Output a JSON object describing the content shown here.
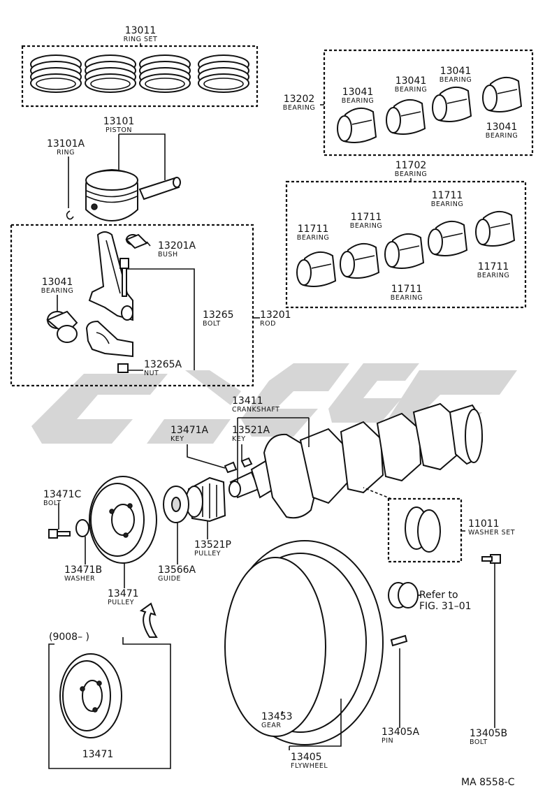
{
  "watermark": {
    "text": "gLqC",
    "color": "#cfcfcf"
  },
  "callouts": [
    {
      "id": "c13011",
      "num": "13011",
      "name": "RING SET"
    },
    {
      "id": "c13101",
      "num": "13101",
      "name": "PISTON"
    },
    {
      "id": "c13101a",
      "num": "13101A",
      "name": "RING"
    },
    {
      "id": "c13202",
      "num": "13202",
      "name": "BEARING"
    },
    {
      "id": "c13041a",
      "num": "13041",
      "name": "BEARING"
    },
    {
      "id": "c13041b",
      "num": "13041",
      "name": "BEARING"
    },
    {
      "id": "c13041c",
      "num": "13041",
      "name": "BEARING"
    },
    {
      "id": "c13041d",
      "num": "13041",
      "name": "BEARING"
    },
    {
      "id": "c11702",
      "num": "11702",
      "name": "BEARING"
    },
    {
      "id": "c11711a",
      "num": "11711",
      "name": "BEARING"
    },
    {
      "id": "c11711b",
      "num": "11711",
      "name": "BEARING"
    },
    {
      "id": "c11711c",
      "num": "11711",
      "name": "BEARING"
    },
    {
      "id": "c11711d",
      "num": "11711",
      "name": "BEARING"
    },
    {
      "id": "c11711e",
      "num": "11711",
      "name": "BEARING"
    },
    {
      "id": "c13201a",
      "num": "13201A",
      "name": "BUSH"
    },
    {
      "id": "c13041e",
      "num": "13041",
      "name": "BEARING"
    },
    {
      "id": "c13265",
      "num": "13265",
      "name": "BOLT"
    },
    {
      "id": "c13201",
      "num": "13201",
      "name": "ROD"
    },
    {
      "id": "c13265a",
      "num": "13265A",
      "name": "NUT"
    },
    {
      "id": "c13411",
      "num": "13411",
      "name": "CRANKSHAFT"
    },
    {
      "id": "c13471a",
      "num": "13471A",
      "name": "KEY"
    },
    {
      "id": "c13521a",
      "num": "13521A",
      "name": "KEY"
    },
    {
      "id": "c13471c",
      "num": "13471C",
      "name": "BOLT"
    },
    {
      "id": "c13471b",
      "num": "13471B",
      "name": "WASHER"
    },
    {
      "id": "c13566a",
      "num": "13566A",
      "name": "GUIDE"
    },
    {
      "id": "c13521p",
      "num": "13521P",
      "name": "PULLEY"
    },
    {
      "id": "c13471",
      "num": "13471",
      "name": "PULLEY"
    },
    {
      "id": "c11011",
      "num": "11011",
      "name": "WASHER SET"
    },
    {
      "id": "c13453",
      "num": "13453",
      "name": "GEAR"
    },
    {
      "id": "c13405a",
      "num": "13405A",
      "name": "PIN"
    },
    {
      "id": "c13405b",
      "num": "13405B",
      "name": "BOLT"
    },
    {
      "id": "c13405",
      "num": "13405",
      "name": "FLYWHEEL"
    }
  ],
  "inset": {
    "date_range": "(9008–      )",
    "part_number": "13471"
  },
  "refer": {
    "line1": "Refer to",
    "line2": "FIG. 31–01"
  },
  "figure_code": "MA 8558-C"
}
